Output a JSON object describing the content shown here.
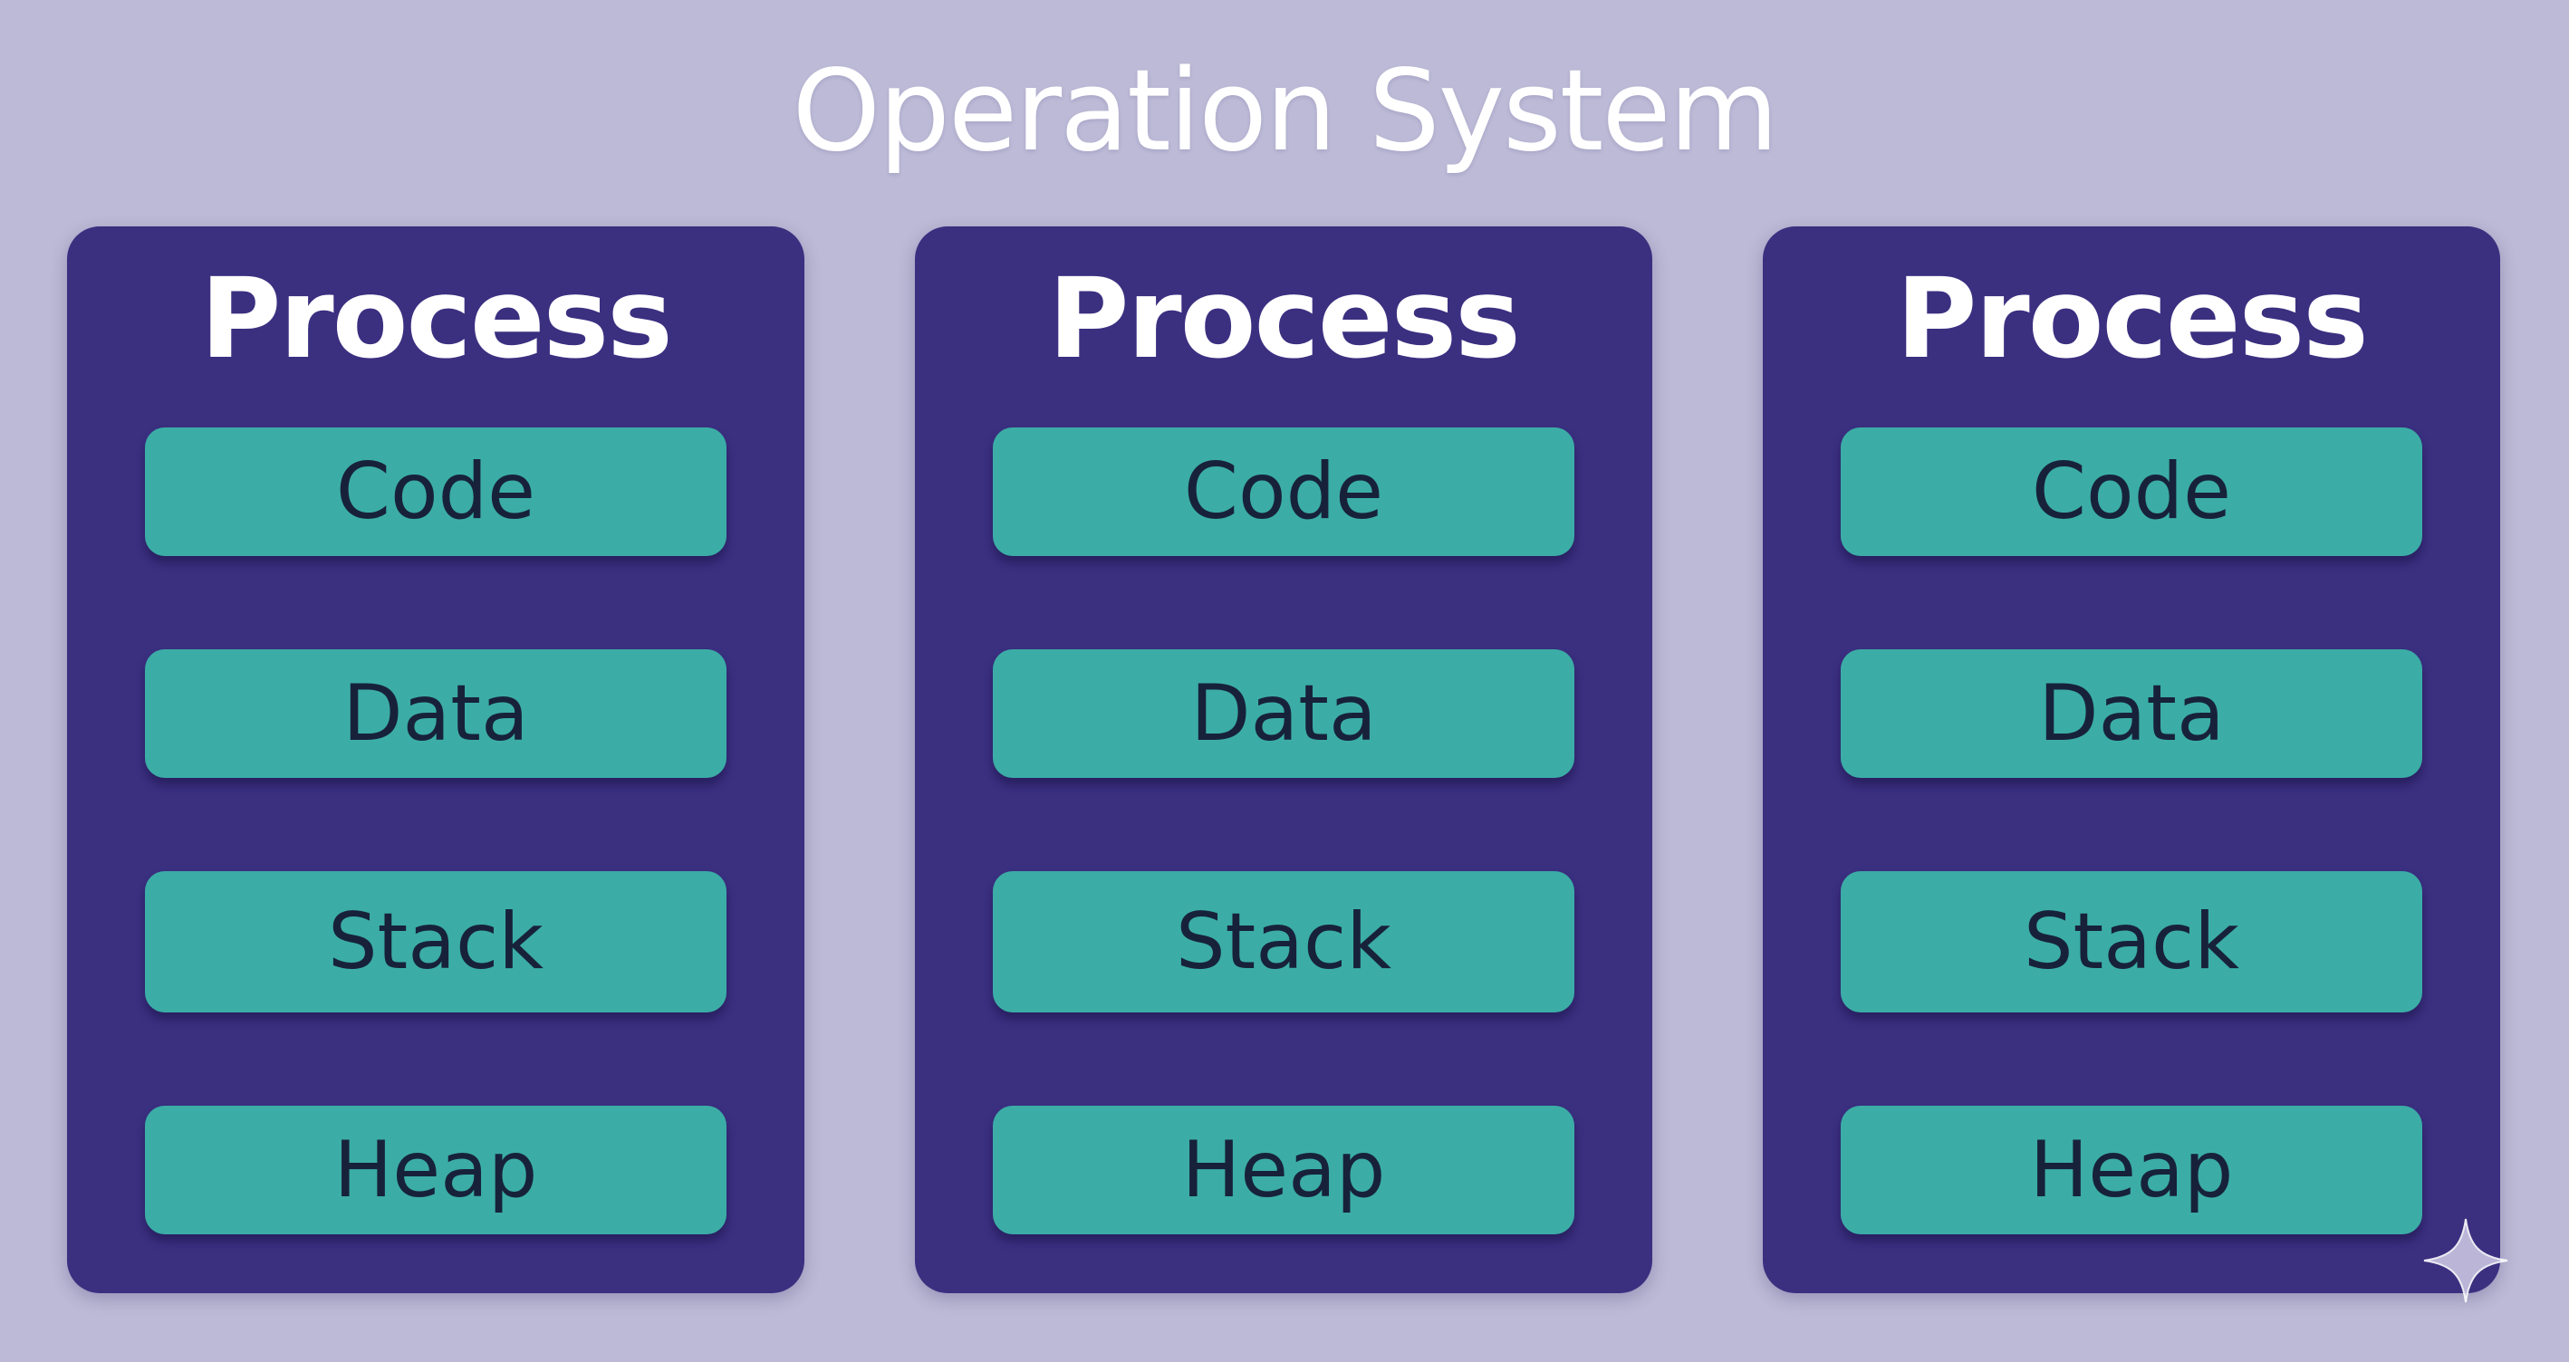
{
  "title": "Operation System",
  "processes": [
    {
      "title": "Process",
      "segments": [
        "Code",
        "Data",
        "Stack",
        "Heap"
      ]
    },
    {
      "title": "Process",
      "segments": [
        "Code",
        "Data",
        "Stack",
        "Heap"
      ]
    },
    {
      "title": "Process",
      "segments": [
        "Code",
        "Data",
        "Stack",
        "Heap"
      ]
    }
  ],
  "colors": {
    "background": "#bcbad6",
    "process_box": "#3b2f80",
    "segment": "#3bada6",
    "segment_text": "#17223a",
    "title_text": "#ffffff"
  },
  "icons": {
    "corner_mark": "sparkle-icon"
  }
}
